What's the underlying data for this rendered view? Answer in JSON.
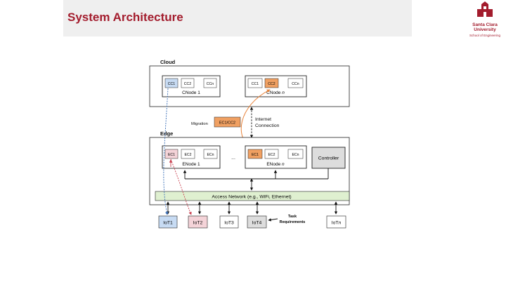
{
  "slide": {
    "title": "System Architecture",
    "logo": {
      "line1": "Santa Clara",
      "line2": "University",
      "line3": "School of Engineering"
    }
  },
  "diagram": {
    "cloud_label": "Cloud",
    "edge_label": "Edge",
    "cnode1": {
      "label": "CNode 1",
      "containers": [
        "CC1",
        "CC2",
        "CCn"
      ]
    },
    "cnoden": {
      "label": "CNode ",
      "italic": "n",
      "containers": [
        "CC1",
        "CC2",
        "CCn"
      ]
    },
    "enode1": {
      "label": "ENode 1",
      "containers": [
        "EC1",
        "EC2",
        "ECn"
      ]
    },
    "enoden": {
      "label": "ENode ",
      "italic": "n",
      "containers": [
        "EC1",
        "EC2",
        "ECn"
      ]
    },
    "ellipsis": "...",
    "controller": "Controller",
    "migration_label": "Migration",
    "migration_box": "EC1/CC2",
    "internet_line1": "Internet",
    "internet_line2": "Connection",
    "access_network": "Access Network (e.g., WiFi, Ethernet)",
    "task_line1": "Task",
    "task_line2": "Requirements",
    "iot": [
      {
        "label": "IoT1",
        "italic": ""
      },
      {
        "label": "IoT2",
        "italic": ""
      },
      {
        "label": "IoT3",
        "italic": ""
      },
      {
        "label": "IoT4",
        "italic": ""
      },
      {
        "label": "IoT",
        "italic": "n"
      }
    ],
    "colors": {
      "blue": "#c7dbf3",
      "pink": "#f4d3d8",
      "orange": "#f0a062",
      "green": "#dff0d0",
      "gray": "#dddddd",
      "brand": "#a31c2d"
    }
  }
}
